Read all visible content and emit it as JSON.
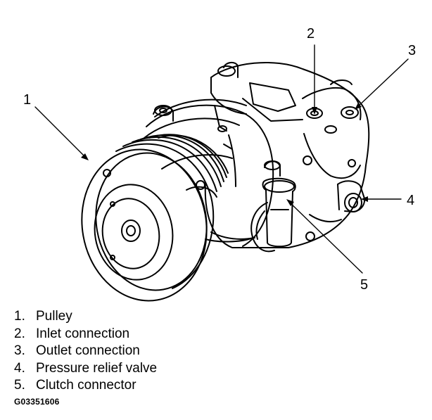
{
  "callouts": [
    {
      "number": "1"
    },
    {
      "number": "2"
    },
    {
      "number": "3"
    },
    {
      "number": "4"
    },
    {
      "number": "5"
    }
  ],
  "legend": [
    {
      "number": "1.",
      "label": "Pulley"
    },
    {
      "number": "2.",
      "label": "Inlet connection"
    },
    {
      "number": "3.",
      "label": "Outlet connection"
    },
    {
      "number": "4.",
      "label": "Pressure relief valve"
    },
    {
      "number": "5.",
      "label": "Clutch connector"
    }
  ],
  "figure_id": "G03351606"
}
